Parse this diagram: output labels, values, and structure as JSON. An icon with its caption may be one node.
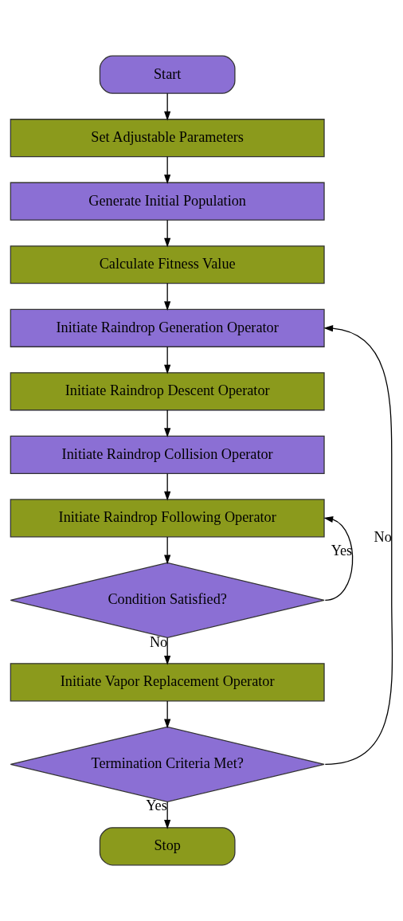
{
  "diagram": {
    "nodes": [
      {
        "text": [
          "Start"
        ]
      },
      {
        "text": [
          "Set Adjustable Parameters"
        ]
      },
      {
        "text": [
          "Generate Initial Population"
        ]
      },
      {
        "text": [
          "Calculate Fitness Value"
        ]
      },
      {
        "text": [
          "Initiate Raindrop Generation Operator"
        ]
      },
      {
        "text": [
          "Initiate Raindrop Descent Operator"
        ]
      },
      {
        "text": [
          "Initiate Raindrop Collision Operator"
        ]
      },
      {
        "text": [
          "Initiate Raindrop Following Operator"
        ]
      },
      {
        "text": [
          "Condition Satisfied?"
        ]
      },
      {
        "text": [
          "Initiate Vapor Replacement Operator"
        ]
      },
      {
        "text": [
          "Termination Criteria Met?"
        ]
      },
      {
        "text": [
          "Stop"
        ]
      }
    ],
    "edges": [
      {
        "from": 0,
        "to": 1,
        "arrow": "to"
      },
      {
        "from": 1,
        "to": 2,
        "arrow": "to"
      },
      {
        "from": 2,
        "to": 3,
        "arrow": "to"
      },
      {
        "from": 3,
        "to": 4,
        "arrow": "to"
      },
      {
        "from": 4,
        "to": 5,
        "arrow": "to"
      },
      {
        "from": 5,
        "to": 6,
        "arrow": "to"
      },
      {
        "from": 6,
        "to": 7,
        "arrow": "to"
      },
      {
        "from": 7,
        "to": 8,
        "arrow": "to"
      },
      {
        "from": 8,
        "to": 7,
        "arrow": "to",
        "label": "Yes"
      },
      {
        "from": 8,
        "to": 9,
        "arrow": "to",
        "label": "No"
      },
      {
        "from": 9,
        "to": 10,
        "arrow": "to"
      },
      {
        "from": 10,
        "to": 4,
        "arrow": "to",
        "label": "No"
      },
      {
        "from": 10,
        "to": 11,
        "arrow": "to",
        "label": "Yes"
      }
    ]
  }
}
